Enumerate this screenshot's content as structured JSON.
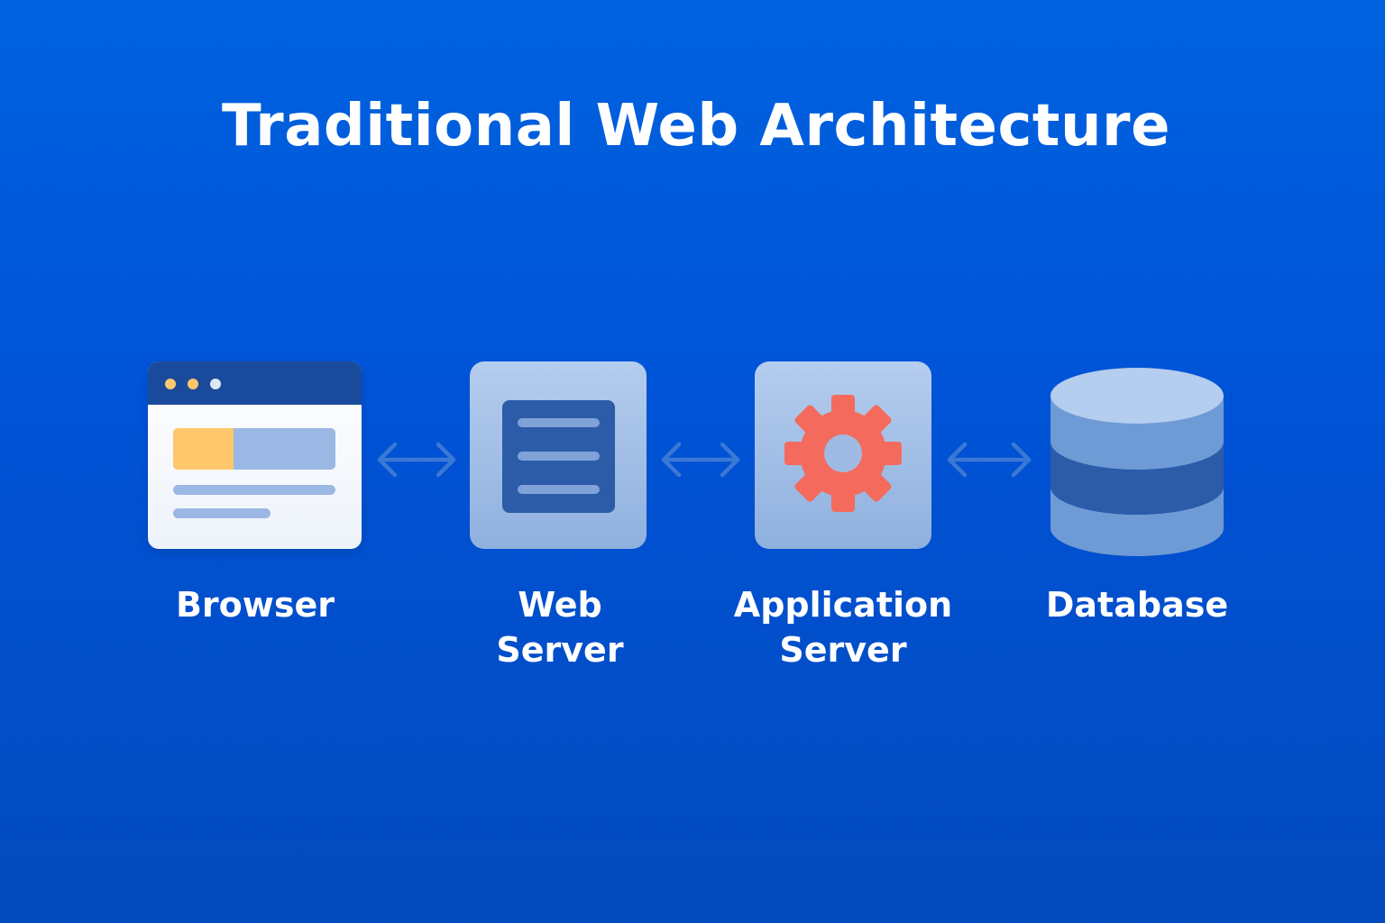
{
  "title": "Traditional Web Architecture",
  "nodes": [
    {
      "id": "browser",
      "label": "Browser",
      "icon": "browser-window-icon"
    },
    {
      "id": "web-server",
      "label": "Web\nServer",
      "icon": "document-server-icon"
    },
    {
      "id": "application-server",
      "label": "Application\nServer",
      "icon": "gear-icon"
    },
    {
      "id": "database",
      "label": "Database",
      "icon": "database-cylinder-icon"
    }
  ],
  "connections": [
    {
      "from": "browser",
      "to": "web-server",
      "direction": "bidirectional"
    },
    {
      "from": "web-server",
      "to": "application-server",
      "direction": "bidirectional"
    },
    {
      "from": "application-server",
      "to": "database",
      "direction": "bidirectional"
    }
  ],
  "colors": {
    "background_top": "#0063e0",
    "background_bottom": "#034bbd",
    "text": "#ffffff",
    "arrow": "#3a78d6",
    "tile": "#a9c4ea",
    "dark_blue": "#2c5ba8",
    "gear": "#f46b5d",
    "accent_yellow": "#fec76b",
    "browser_bar": "#1a4a9c"
  }
}
